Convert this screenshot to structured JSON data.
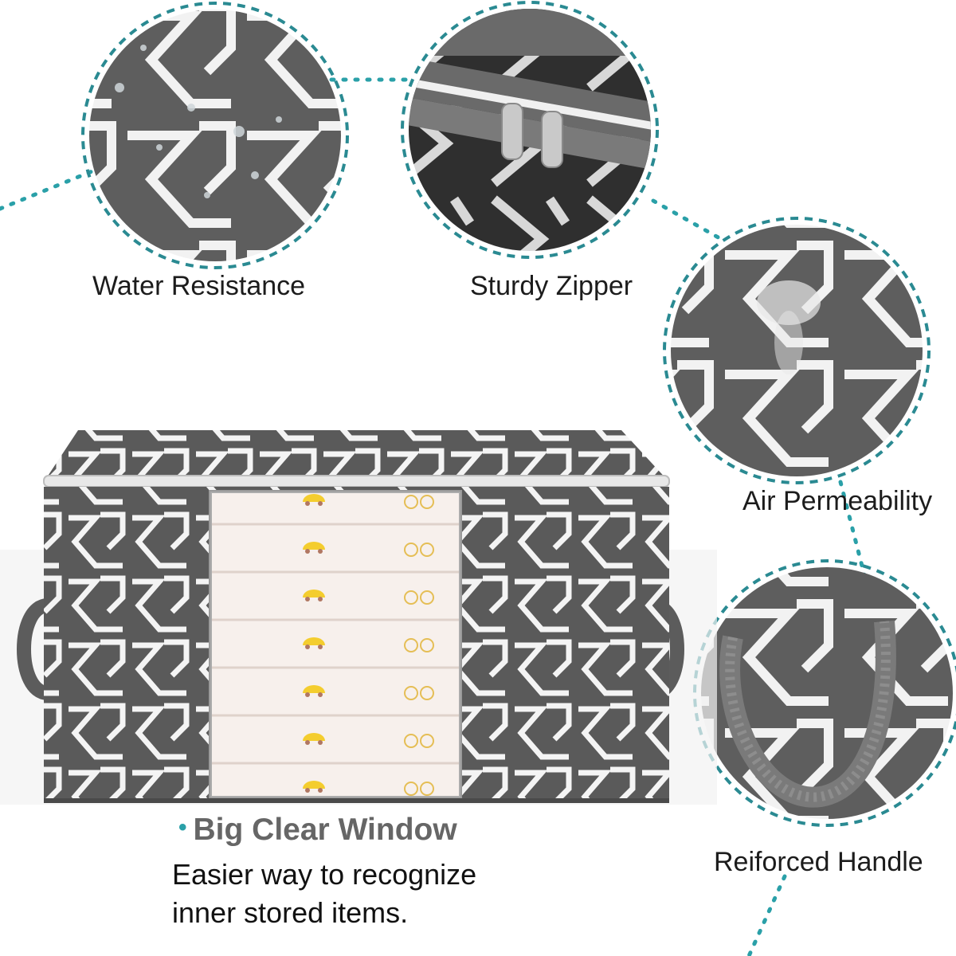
{
  "features": {
    "water": "Water Resistance",
    "zipper": "Sturdy Zipper",
    "air": "Air Permeability",
    "handle": "Reiforced Handle"
  },
  "window": {
    "title": "Big Clear Window",
    "desc_line1": "Easier way to recognize",
    "desc_line2": "inner stored items."
  },
  "colors": {
    "fabric": "#5a5a5a",
    "pattern": "#f4f4f4",
    "accent_dots": "#2aa0a8",
    "bullet": "#2aa0a8"
  }
}
